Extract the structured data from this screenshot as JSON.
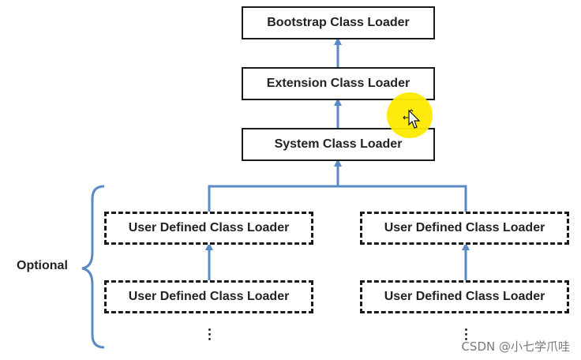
{
  "boxes": {
    "bootstrap": "Bootstrap Class Loader",
    "extension": "Extension Class Loader",
    "system": "System Class Loader",
    "user_defined": "User Defined Class Loader"
  },
  "optional_label": "Optional",
  "watermark": "CSDN @小七学爪哇",
  "colors": {
    "connector": "#5a8ac6",
    "box_border": "#1a1a1a",
    "cursor_highlight": "#ffea00"
  },
  "icons": [
    "move-cursor-icon"
  ]
}
